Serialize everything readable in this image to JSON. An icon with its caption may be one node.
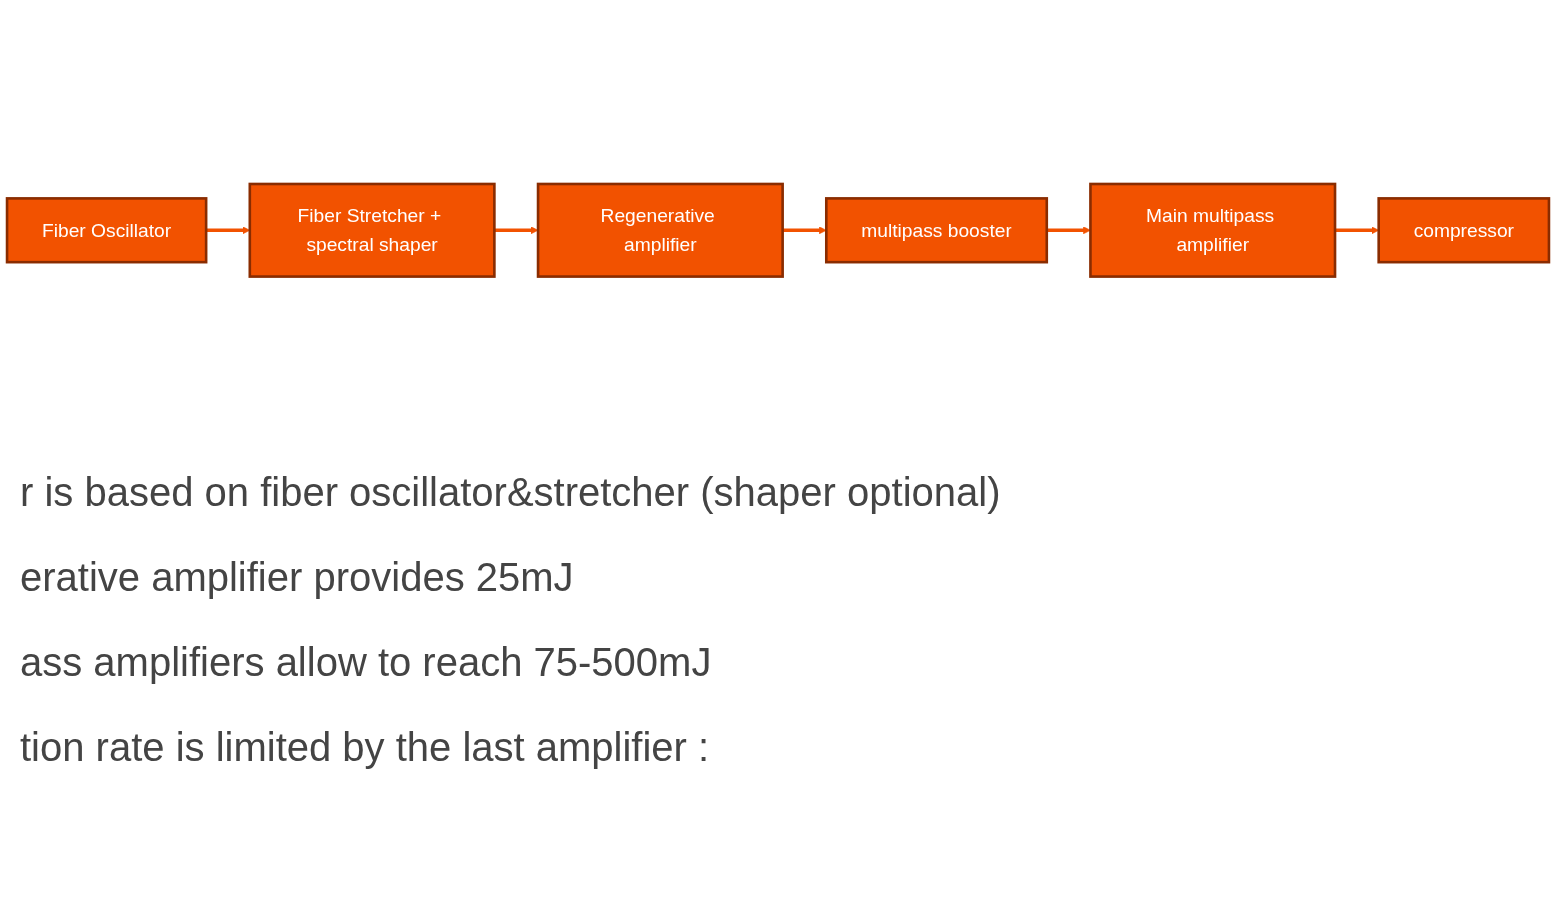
{
  "diagram": {
    "nodes": [
      {
        "text": [
          "Fiber Oscillator"
        ]
      },
      {
        "text": [
          "Fiber Stretcher + spectral shaper"
        ]
      },
      {
        "text": [
          "Regenerative amplifier"
        ]
      },
      {
        "text": [
          "multipass booster"
        ]
      },
      {
        "text": [
          "Main multipass amplifier"
        ]
      },
      {
        "text": [
          "compressor"
        ]
      }
    ],
    "edges": [
      {
        "from": 0,
        "to": 1,
        "arrow": "to"
      },
      {
        "from": 1,
        "to": 2,
        "arrow": "to"
      },
      {
        "from": 2,
        "to": 3,
        "arrow": "to"
      },
      {
        "from": 3,
        "to": 4,
        "arrow": "to"
      },
      {
        "from": 4,
        "to": 5,
        "arrow": "to"
      }
    ],
    "labels": [
      "r is based on fiber oscillator&stretcher (shaper optional)",
      "erative amplifier provides 25mJ",
      "ass amplifiers allow to reach 75-500mJ",
      "tion rate is limited by the last amplifier :"
    ]
  }
}
